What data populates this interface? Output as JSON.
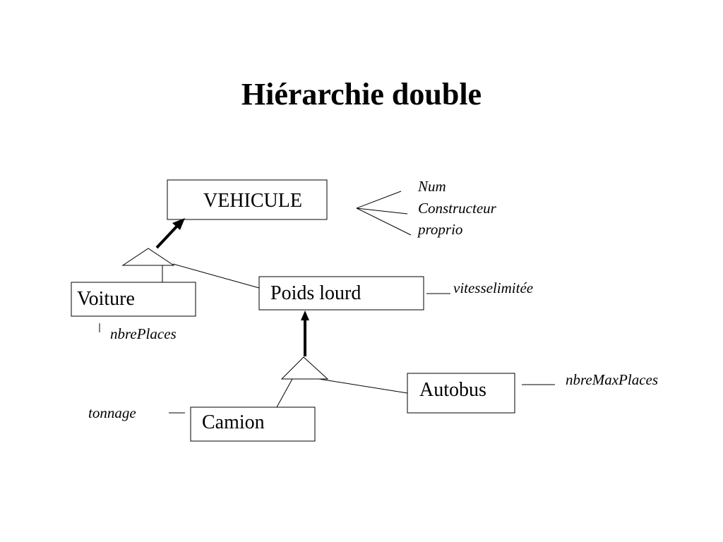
{
  "title": "Hiérarchie double",
  "classes": {
    "vehicule": "VEHICULE",
    "voiture": "Voiture",
    "poids_lourd": "Poids lourd",
    "camion": "Camion",
    "autobus": "Autobus"
  },
  "attributes": {
    "vehicule": [
      "Num",
      "Constructeur",
      "proprio"
    ],
    "voiture": "nbrePlaces",
    "poids_lourd": "vitesselimitée",
    "camion": "tonnage",
    "autobus": "nbreMaxPlaces"
  }
}
